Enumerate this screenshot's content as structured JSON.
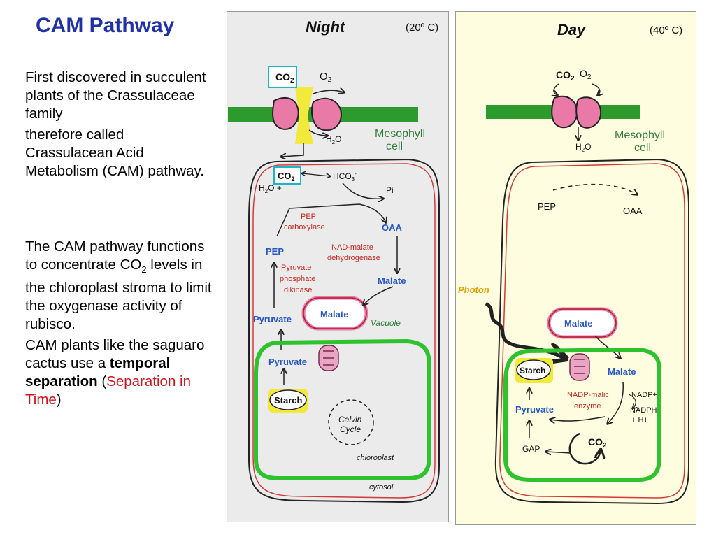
{
  "slide": {
    "title": "CAM Pathway",
    "p1": "First discovered in succulent plants of the Crassulaceae family",
    "p2": "therefore called Crassulacean Acid Metabolism (CAM) pathway.",
    "p3_a": "The CAM pathway functions to concentrate CO",
    "p3_sub": "2",
    "p3_b": " levels in the chloroplast stroma to limit the oxygenase activity of rubisco.",
    "p4_a": "CAM plants like the saguaro cactus use a ",
    "p4_bold": "temporal separation",
    "p4_open": "(",
    "p4_red": "Separation in Time",
    "p4_close": ")"
  },
  "night": {
    "title": "Night",
    "temp": "(20º C)",
    "co2_top": "CO",
    "co2_sub": "2",
    "o2": "O",
    "o2_sub": "2",
    "h2o": "H",
    "h2o_sub": "2",
    "h2o_o": "O",
    "mesophyll": "Mesophyll",
    "cell": "cell",
    "co2_in": "CO",
    "co2_in_sub": "2",
    "hco3": "HCO",
    "hco3_sub": "3",
    "hco3_sup": "-",
    "h2o_plus": "H",
    "h2o_plus_sub": "2",
    "h2o_plus_o": "O +",
    "pi": "Pi",
    "pep_carbox_1": "PEP",
    "pep_carbox_2": "carboxylase",
    "oaa": "OAA",
    "nad_1": "NAD-malate",
    "nad_2": "dehydrogenase",
    "pep": "PEP",
    "ppdk_1": "Pyruvate",
    "ppdk_2": "phosphate",
    "ppdk_3": "dikinase",
    "malate": "Malate",
    "malate_vac": "Malate",
    "vacuole": "Vacuole",
    "pyruvate": "Pyruvate",
    "pyruvate2": "Pyruvate",
    "starch": "Starch",
    "calvin_1": "Calvin",
    "calvin_2": "Cycle",
    "chloroplast": "chloroplast",
    "cytosol": "cytosol"
  },
  "day": {
    "title": "Day",
    "temp": "(40º C)",
    "co2": "CO",
    "co2_sub": "2",
    "o2": "O",
    "o2_sub": "2",
    "h2o": "H",
    "h2o_sub": "2",
    "h2o_o": "O",
    "mesophyll": "Mesophyll",
    "cell": "cell",
    "pep": "PEP",
    "oaa": "OAA",
    "photon": "Photon",
    "malate_vac": "Malate",
    "starch": "Starch",
    "malate": "Malate",
    "nadp_enz_1": "NADP-malic",
    "nadp_enz_2": "enzyme",
    "nadp": "NADP+",
    "nadph_1": "NADPH",
    "nadph_2": "+ H+",
    "pyruvate": "Pyruvate",
    "gap": "GAP",
    "co2_in": "CO",
    "co2_in_sub": "2"
  },
  "colors": {
    "title": "#1f31a6",
    "label_blue": "#2456c9",
    "enzyme_red": "#c8281e",
    "mesophyll_green": "#2e7d3a",
    "membrane_green": "#2ec32e",
    "guard_pink": "#e97aa8",
    "night_bg": "#ebebeb",
    "day_bg": "#fffde0",
    "photon_orange": "#e8a000"
  }
}
